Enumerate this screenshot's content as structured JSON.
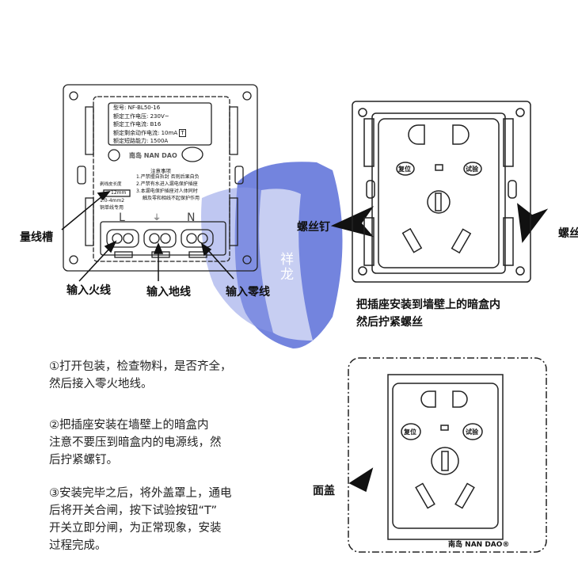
{
  "watermark": {
    "text": "祥龙",
    "color": "#5a6fd8"
  },
  "module": {
    "spec_lines": [
      {
        "label": "型号",
        "value": "NF-BL50-16"
      },
      {
        "label": "额定工作电压",
        "value": "230V~"
      },
      {
        "label": "额定工作电流",
        "value": "B16"
      },
      {
        "label": "额定剩余动作电流",
        "value": "10mA"
      },
      {
        "label": "额定短路能力",
        "value": "1500A"
      }
    ],
    "rating_badge": "T",
    "brand_cn": "南岛",
    "brand_en": "NAN DAO",
    "notice_title": "注意事项",
    "notices": [
      "1.严禁擅自拆封 否则后果自负",
      "2.严禁有水进入漏电保护插座",
      "3.本漏电保护插座对人体同时",
      "触及零和相线不起保护作用"
    ],
    "strip_label": "剥线皮长度",
    "strip_length": "12mm",
    "wire_size": "1.0-4mm2",
    "wire_type": "铜单线专用",
    "terminal_labels": [
      "L",
      "⏚",
      "N"
    ]
  },
  "labels": {
    "wire_slot": "量线槽",
    "live_in": "输入火线",
    "ground_in": "输入地线",
    "neutral_in": "输入零线",
    "screw_nail": "螺丝钉",
    "screw_right": "螺丝",
    "install_line1": "把插座安装到墙壁上的暗盒内",
    "install_line2": "然后拧紧螺丝",
    "cover": "面盖"
  },
  "socket": {
    "reset": "复位",
    "test": "试验",
    "brand_cn": "南岛",
    "brand_en": "NAN DAO"
  },
  "steps": [
    {
      "lines": [
        "①打开包装，检查物料，是否齐全，",
        "然后接入零火地线。"
      ]
    },
    {
      "lines": [
        "②把插座安装在墙壁上的暗盒内",
        "注意不要压到暗盒内的电源线，然",
        "后拧紧螺钉。"
      ]
    },
    {
      "lines": [
        "③安装完毕之后，将外盖罩上，通电",
        "后将开关合闸，按下试验按钮“T”",
        "开关立即分闸，为正常现象，安装",
        "过程完成。"
      ]
    }
  ]
}
